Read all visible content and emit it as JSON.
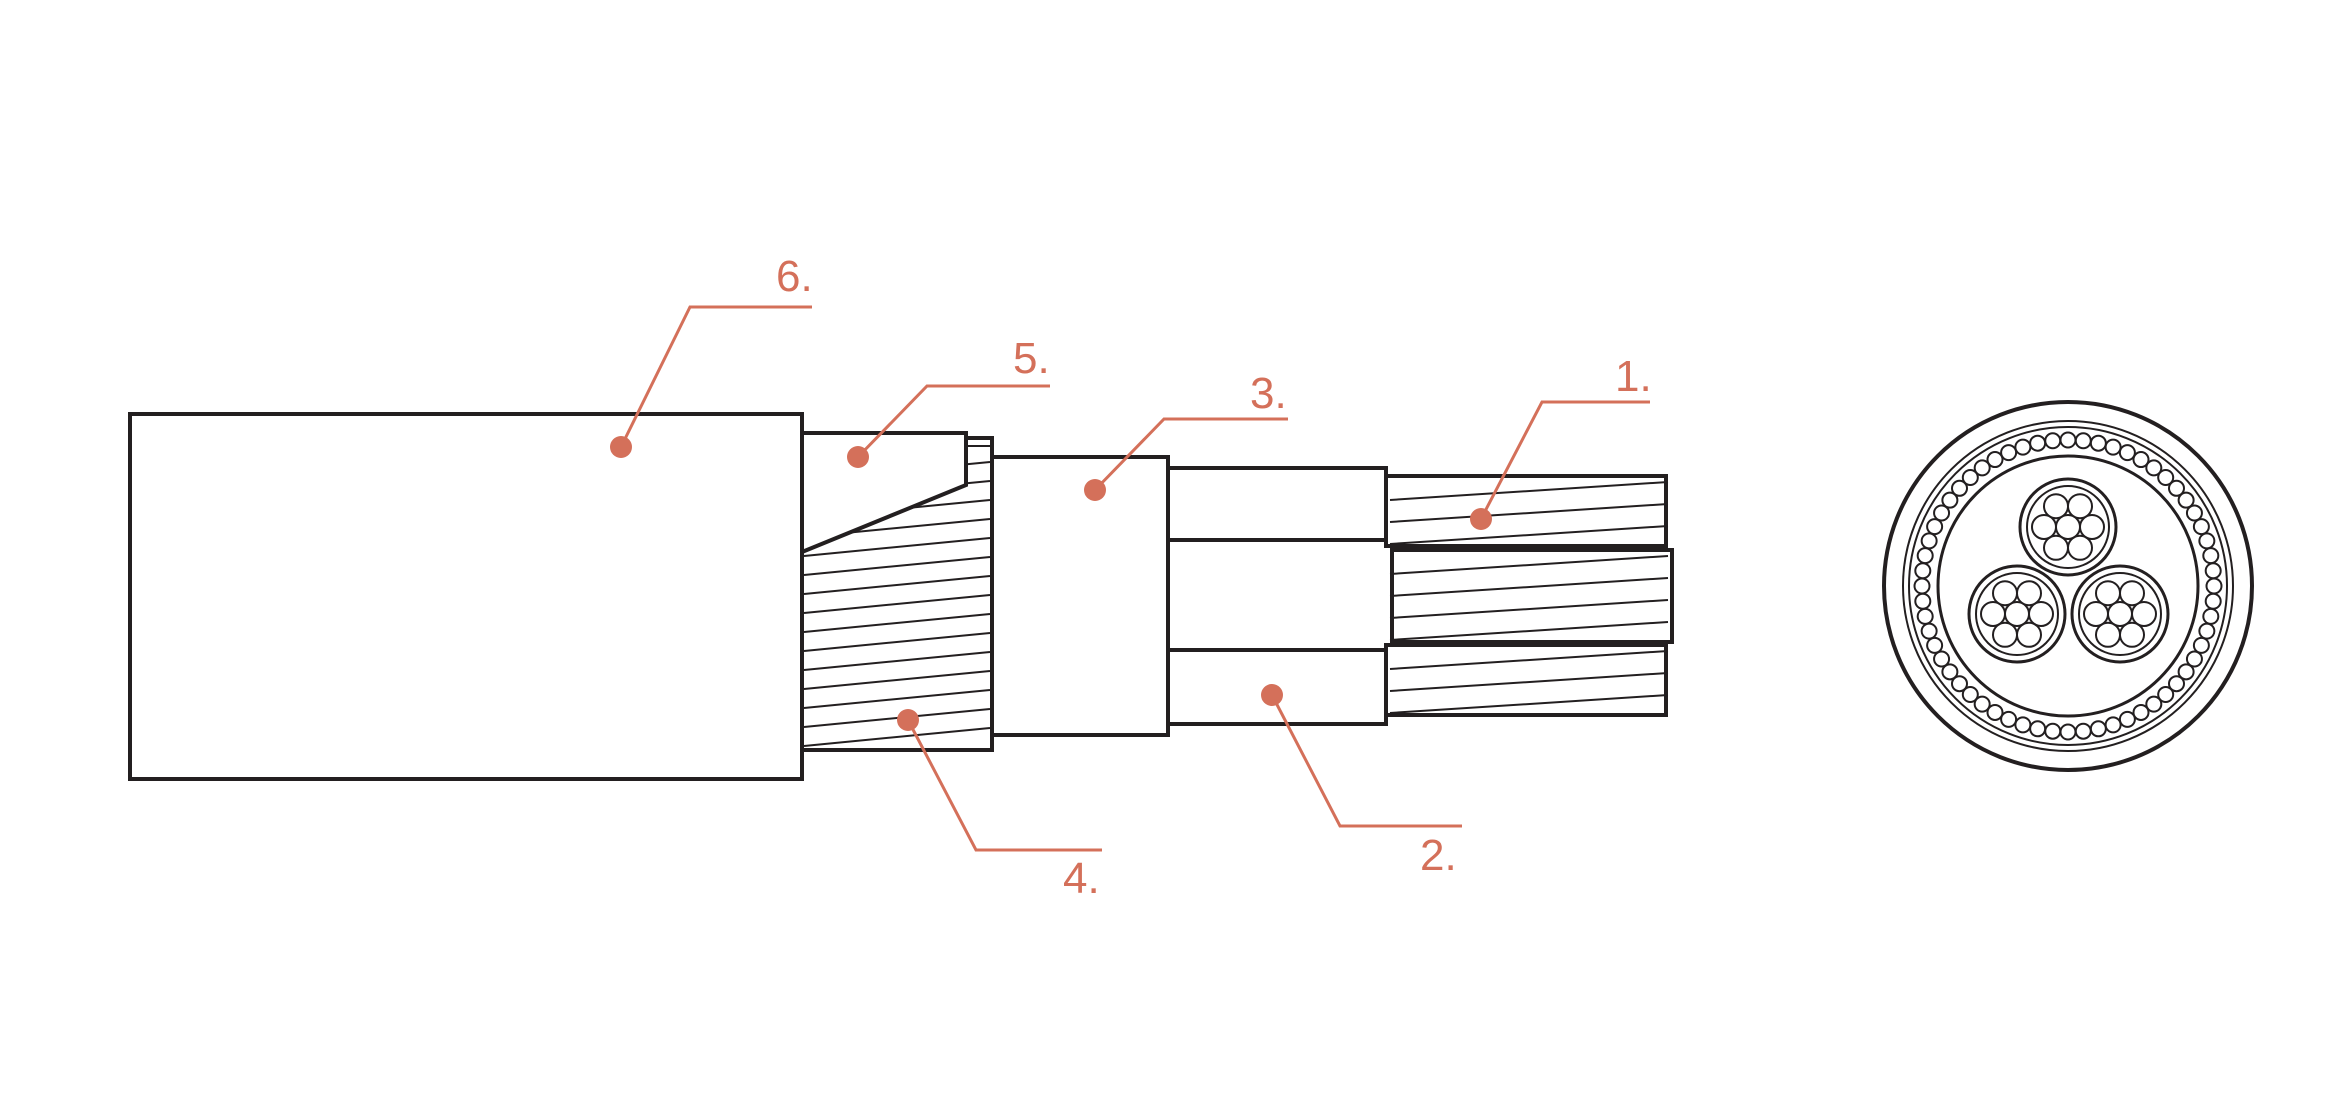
{
  "diagram": {
    "colors": {
      "accent": "#d4705a",
      "line": "#231f20",
      "background": "#ffffff"
    },
    "callouts": [
      {
        "id": "1",
        "label": "1."
      },
      {
        "id": "2",
        "label": "2."
      },
      {
        "id": "3",
        "label": "3."
      },
      {
        "id": "4",
        "label": "4."
      },
      {
        "id": "5",
        "label": "5."
      },
      {
        "id": "6",
        "label": "6."
      }
    ]
  }
}
